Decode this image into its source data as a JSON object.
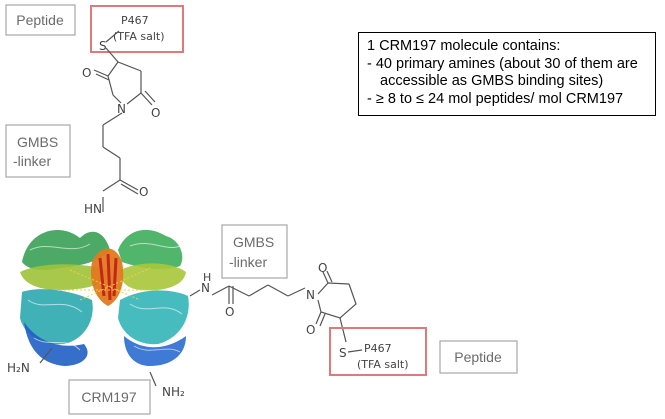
{
  "labels": {
    "peptide_top": "Peptide",
    "peptide_bottom": "Peptide",
    "gmbs_left_line1": "GMBS",
    "gmbs_left_line2": "-linker",
    "gmbs_right_line1": "GMBS",
    "gmbs_right_line2": "-linker",
    "crm197": "CRM197"
  },
  "chemistry": {
    "p467": "P467",
    "tfa_salt": "(TFA salt)",
    "sulfur": "S",
    "nitrogen": "N",
    "oxygen": "O",
    "hn": "HN",
    "h": "H",
    "h2n": "H₂N",
    "nh2": "NH₂"
  },
  "info_box": {
    "title": "1 CRM197 molecule contains:",
    "item1_line1": "- 40 primary amines (about 30 of them are",
    "item1_line2": "accessible as GMBS binding sites)",
    "item2": "- ≥ 8 to ≤ 24 mol peptides/ mol CRM197"
  },
  "colors": {
    "highlight_box": "#e07a7a",
    "label_box_border": "#a6a6a6",
    "label_text": "#6b6b6b",
    "bond": "#555555"
  }
}
